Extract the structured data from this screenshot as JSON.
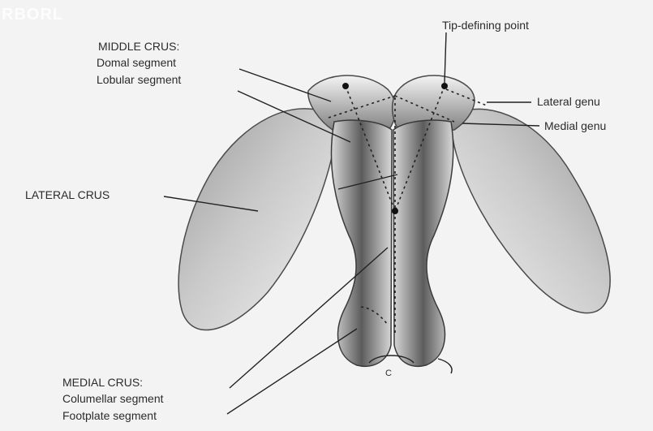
{
  "watermark": "RBORL",
  "labels": {
    "tip_defining_point": "Tip-defining point",
    "middle_crus_title": "MIDDLE CRUS:",
    "dorsal_segment": "Domal segment",
    "lobular_segment": "Lobular segment",
    "lateral_genu": "Lateral genu",
    "medial_genu": "Medial genu",
    "lateral_crus": "LATERAL CRUS",
    "medial_crus_title": "MEDIAL CRUS:",
    "columellar_segment": "Columellar segment",
    "footplate_segment": "Footplate segment",
    "point_c": "C"
  },
  "colors": {
    "background": "#f3f3f3",
    "cartilage_light": "#e8e8e8",
    "cartilage_dark": "#6f6f6f",
    "outline": "#3a3a3a"
  }
}
